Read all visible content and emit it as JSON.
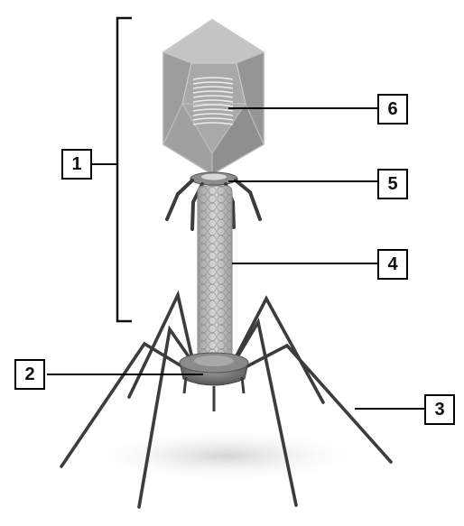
{
  "diagram": {
    "labels": [
      {
        "id": "1",
        "text": "1"
      },
      {
        "id": "2",
        "text": "2"
      },
      {
        "id": "3",
        "text": "3"
      },
      {
        "id": "4",
        "text": "4"
      },
      {
        "id": "5",
        "text": "5"
      },
      {
        "id": "6",
        "text": "6"
      }
    ],
    "colors": {
      "head_fill": "#a9a9a9",
      "head_light": "#c4c4c4",
      "head_dark": "#8a8a8a",
      "tail_fill": "#bdbdbd",
      "baseplate_fill": "#7a7a7a",
      "fiber_stroke": "#3c3c3c",
      "leader_stroke": "#000000",
      "shadow": "#cfcfcf"
    }
  }
}
